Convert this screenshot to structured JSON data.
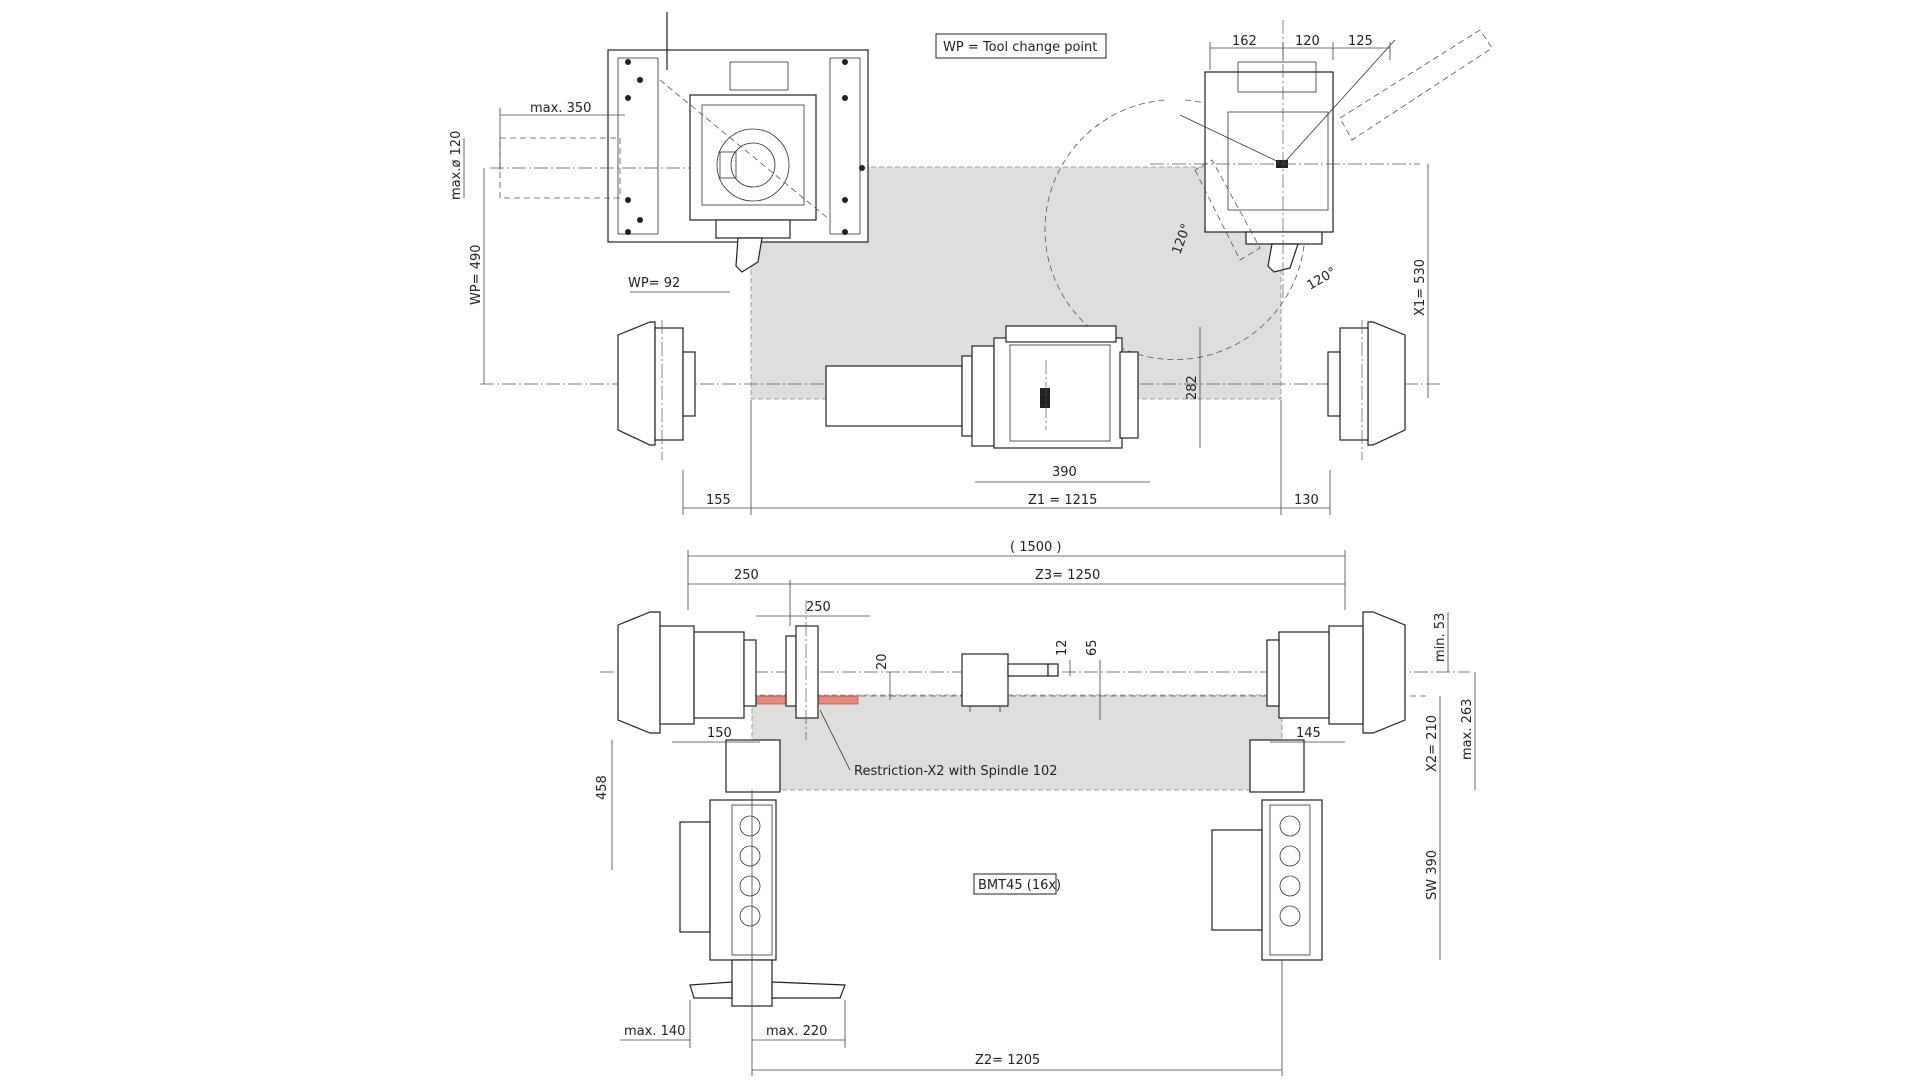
{
  "legend": {
    "tool_change": "WP = Tool change point",
    "bmt": "BMT45 (16x)"
  },
  "annotations": {
    "restriction": "Restriction-X2 with Spindle 102"
  },
  "dimensions": {
    "top": {
      "max_350": "max. 350",
      "max_d120": "max.ø 120",
      "wp_490": "WP= 490",
      "wp_92": "WP= 92",
      "d162": "162",
      "d120": "120",
      "d125": "125",
      "angle_left": "120°",
      "angle_right": "120°",
      "x1": "X1= 530",
      "d282": "282",
      "d390": "390",
      "d155": "155",
      "z1": "Z1 = 1215",
      "d130": "130"
    },
    "bottom": {
      "d1500": "( 1500 )",
      "d250a": "250",
      "z3": "Z3= 1250",
      "d250b": "250",
      "d20": "20",
      "d12": "12",
      "d65": "65",
      "min53": "min. 53",
      "d150": "150",
      "d145": "145",
      "x2": "X2= 210",
      "max263": "max. 263",
      "d458": "458",
      "sw390": "SW 390",
      "max140": "max. 140",
      "max220": "max. 220",
      "z2": "Z2= 1205"
    }
  },
  "colors": {
    "travel_area": "#dedede",
    "restriction": "#e9897e",
    "line": "#222222"
  }
}
